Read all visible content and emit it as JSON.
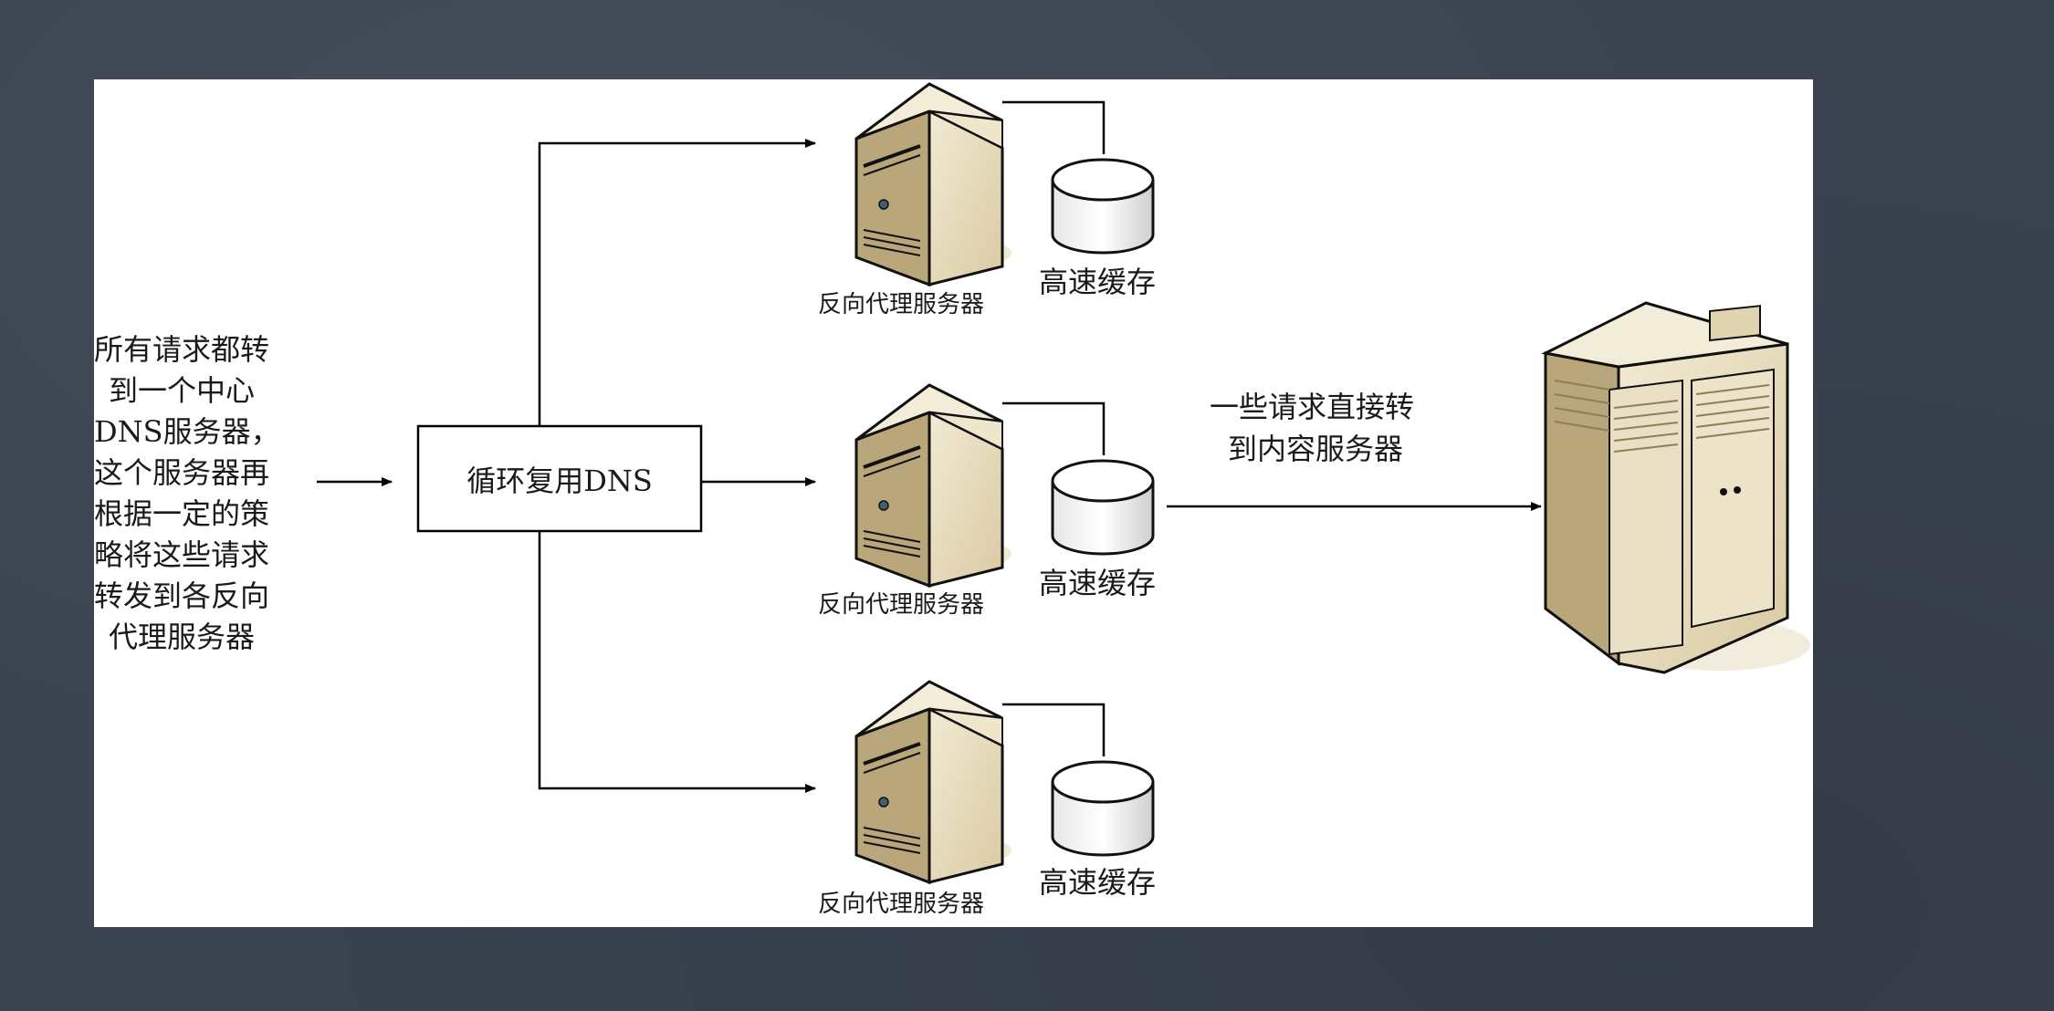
{
  "diagram": {
    "left_note": [
      "所有请求都转",
      "到一个中心",
      "DNS服务器，",
      "这个服务器再",
      "根据一定的策",
      "略将这些请求",
      "转发到各反向",
      "代理服务器"
    ],
    "dns_box_label": "循环复用DNS",
    "proxy_label": "反向代理服务器",
    "cache_label": "高速缓存",
    "right_note": [
      "一些请求直接转",
      "到内容服务器"
    ]
  },
  "colors": {
    "background": "#3b4350",
    "slide": "#ffffff",
    "server_face": "#e4d9bc",
    "server_side": "#c7b58e",
    "server_top": "#f3ecd9",
    "outline": "#111111"
  }
}
